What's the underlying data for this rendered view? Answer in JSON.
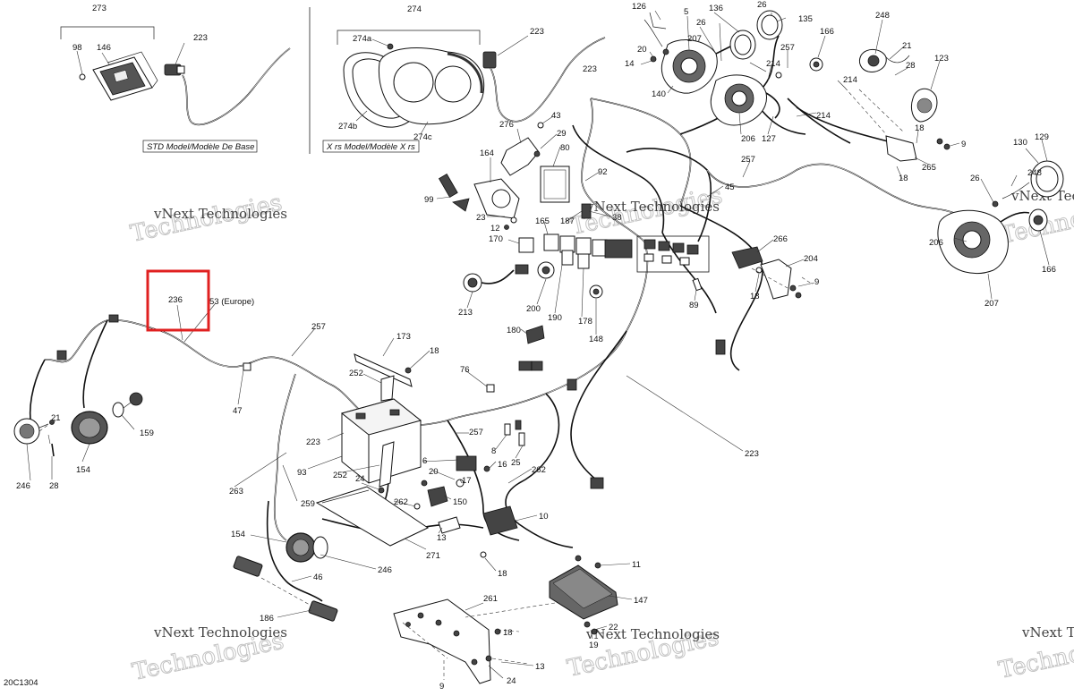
{
  "diagram": {
    "code": "20C1304",
    "captions": {
      "std_model": "STD Model/Modèle De Base",
      "xrs_model": "X rs Model/Modèle X rs"
    },
    "watermark": {
      "line1": "vNext Technologies",
      "line2": "Technologies"
    },
    "highlight_color": "#e02020",
    "callouts": [
      {
        "id": "c273",
        "text": "273"
      },
      {
        "id": "c98",
        "text": "98"
      },
      {
        "id": "c146",
        "text": "146"
      },
      {
        "id": "c223a",
        "text": "223"
      },
      {
        "id": "c274",
        "text": "274"
      },
      {
        "id": "c274a",
        "text": "274a"
      },
      {
        "id": "c274b",
        "text": "274b"
      },
      {
        "id": "c274c",
        "text": "274c"
      },
      {
        "id": "c223b",
        "text": "223"
      },
      {
        "id": "c126",
        "text": "126"
      },
      {
        "id": "c5",
        "text": "5"
      },
      {
        "id": "c136",
        "text": "136"
      },
      {
        "id": "c26a",
        "text": "26"
      },
      {
        "id": "c26b",
        "text": "26"
      },
      {
        "id": "c135",
        "text": "135"
      },
      {
        "id": "c248a",
        "text": "248"
      },
      {
        "id": "c20a",
        "text": "20"
      },
      {
        "id": "c207a",
        "text": "207"
      },
      {
        "id": "c166a",
        "text": "166"
      },
      {
        "id": "c21a",
        "text": "21"
      },
      {
        "id": "c14",
        "text": "14"
      },
      {
        "id": "c257a",
        "text": "257"
      },
      {
        "id": "c214a",
        "text": "214"
      },
      {
        "id": "c28a",
        "text": "28"
      },
      {
        "id": "c123",
        "text": "123"
      },
      {
        "id": "c140",
        "text": "140"
      },
      {
        "id": "c214b",
        "text": "214"
      },
      {
        "id": "c223c",
        "text": "223"
      },
      {
        "id": "c214c",
        "text": "214"
      },
      {
        "id": "c206a",
        "text": "206"
      },
      {
        "id": "c127",
        "text": "127"
      },
      {
        "id": "c18a",
        "text": "18"
      },
      {
        "id": "c9a",
        "text": "9"
      },
      {
        "id": "c276",
        "text": "276"
      },
      {
        "id": "c43",
        "text": "43"
      },
      {
        "id": "c29",
        "text": "29"
      },
      {
        "id": "c80",
        "text": "80"
      },
      {
        "id": "c265",
        "text": "265"
      },
      {
        "id": "c130",
        "text": "130"
      },
      {
        "id": "c129",
        "text": "129"
      },
      {
        "id": "c164",
        "text": "164"
      },
      {
        "id": "c92",
        "text": "92"
      },
      {
        "id": "c257b",
        "text": "257"
      },
      {
        "id": "c18b",
        "text": "18"
      },
      {
        "id": "c248b",
        "text": "248"
      },
      {
        "id": "c26c",
        "text": "26"
      },
      {
        "id": "c45",
        "text": "45"
      },
      {
        "id": "c99",
        "text": "99"
      },
      {
        "id": "c23",
        "text": "23"
      },
      {
        "id": "c38",
        "text": "38"
      },
      {
        "id": "c12",
        "text": "12"
      },
      {
        "id": "c165",
        "text": "165"
      },
      {
        "id": "c187",
        "text": "187"
      },
      {
        "id": "c170",
        "text": "170"
      },
      {
        "id": "c266",
        "text": "266"
      },
      {
        "id": "c206b",
        "text": "206"
      },
      {
        "id": "c204",
        "text": "204"
      },
      {
        "id": "c166b",
        "text": "166"
      },
      {
        "id": "c207b",
        "text": "207"
      },
      {
        "id": "c9b",
        "text": "9"
      },
      {
        "id": "c18c",
        "text": "18"
      },
      {
        "id": "c213",
        "text": "213"
      },
      {
        "id": "c200",
        "text": "200"
      },
      {
        "id": "c190",
        "text": "190"
      },
      {
        "id": "c178",
        "text": "178"
      },
      {
        "id": "c89",
        "text": "89"
      },
      {
        "id": "c148",
        "text": "148"
      },
      {
        "id": "c236",
        "text": "236"
      },
      {
        "id": "c53",
        "text": "53 (Europe)"
      },
      {
        "id": "c257c",
        "text": "257"
      },
      {
        "id": "c180",
        "text": "180"
      },
      {
        "id": "c173",
        "text": "173"
      },
      {
        "id": "c18d",
        "text": "18"
      },
      {
        "id": "c252a",
        "text": "252"
      },
      {
        "id": "c76",
        "text": "76"
      },
      {
        "id": "c47",
        "text": "47"
      },
      {
        "id": "c21b",
        "text": "21"
      },
      {
        "id": "c159",
        "text": "159"
      },
      {
        "id": "c223d",
        "text": "223"
      },
      {
        "id": "c257d",
        "text": "257"
      },
      {
        "id": "c8",
        "text": "8"
      },
      {
        "id": "c223e",
        "text": "223"
      },
      {
        "id": "c16",
        "text": "16"
      },
      {
        "id": "c25",
        "text": "25"
      },
      {
        "id": "c93",
        "text": "93"
      },
      {
        "id": "c6",
        "text": "6"
      },
      {
        "id": "c252b",
        "text": "252"
      },
      {
        "id": "c20b",
        "text": "20"
      },
      {
        "id": "c262a",
        "text": "262"
      },
      {
        "id": "c17",
        "text": "17"
      },
      {
        "id": "c24a",
        "text": "24"
      },
      {
        "id": "c150",
        "text": "150"
      },
      {
        "id": "c246a",
        "text": "246"
      },
      {
        "id": "c28b",
        "text": "28"
      },
      {
        "id": "c154a",
        "text": "154"
      },
      {
        "id": "c263",
        "text": "263"
      },
      {
        "id": "c259",
        "text": "259"
      },
      {
        "id": "c262b",
        "text": "262"
      },
      {
        "id": "c10",
        "text": "10"
      },
      {
        "id": "c13a",
        "text": "13"
      },
      {
        "id": "c154b",
        "text": "154"
      },
      {
        "id": "c271",
        "text": "271"
      },
      {
        "id": "c246b",
        "text": "246"
      },
      {
        "id": "c18e",
        "text": "18"
      },
      {
        "id": "c11",
        "text": "11"
      },
      {
        "id": "c46",
        "text": "46"
      },
      {
        "id": "c147",
        "text": "147"
      },
      {
        "id": "c261",
        "text": "261"
      },
      {
        "id": "c186",
        "text": "186"
      },
      {
        "id": "c18f",
        "text": "18"
      },
      {
        "id": "c22",
        "text": "22"
      },
      {
        "id": "c19",
        "text": "19"
      },
      {
        "id": "c9c",
        "text": "9"
      },
      {
        "id": "c13b",
        "text": "13"
      },
      {
        "id": "c24b",
        "text": "24"
      }
    ]
  }
}
